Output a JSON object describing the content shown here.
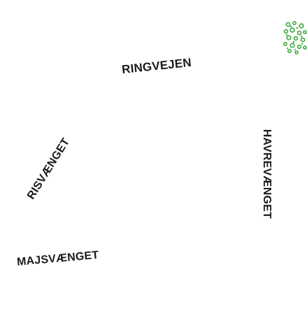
{
  "map": {
    "street_labels": [
      {
        "id": "ringvejen",
        "text": "RINGVEJEN"
      },
      {
        "id": "risvaenget",
        "text": "RISVÆNGET"
      },
      {
        "id": "havrevaenget",
        "text": "HAVREVÆNGET"
      },
      {
        "id": "majsvaenget",
        "text": "MAJSVÆNGET"
      }
    ],
    "vegetation": {
      "icon": "tree-cluster-icon",
      "color": "#3aa83a"
    },
    "text_color": "#1a1a1a",
    "background_color": "#ffffff"
  }
}
